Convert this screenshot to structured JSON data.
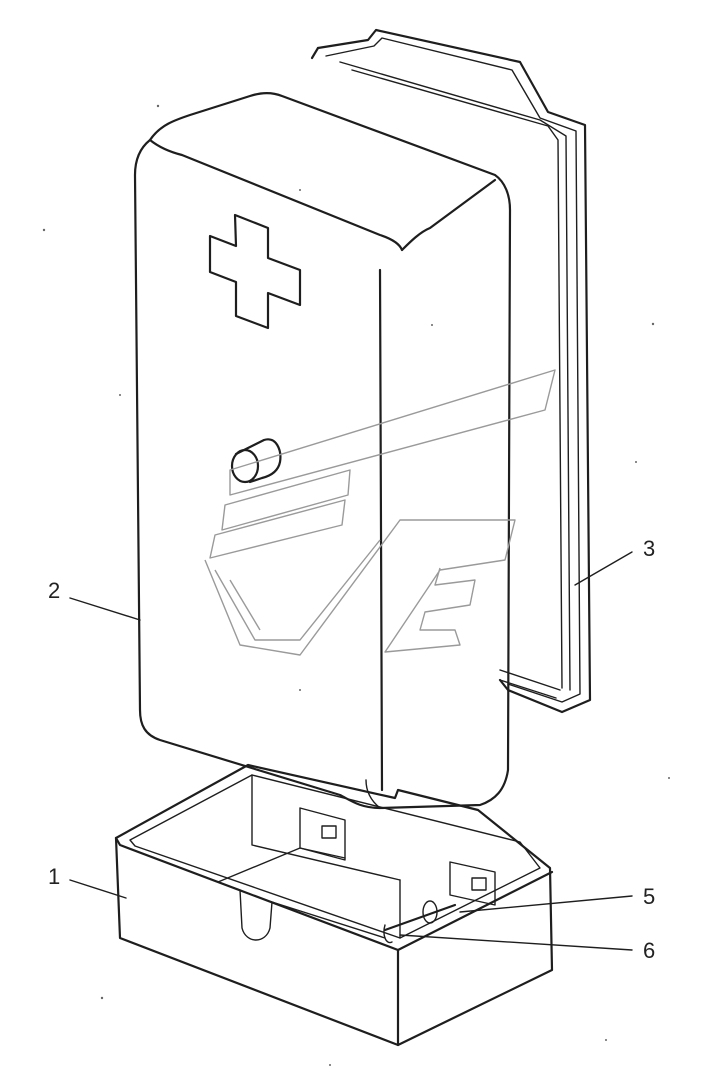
{
  "diagram": {
    "callouts": [
      {
        "id": "1",
        "label": "1"
      },
      {
        "id": "2",
        "label": "2"
      },
      {
        "id": "3",
        "label": "3"
      },
      {
        "id": "5",
        "label": "5"
      },
      {
        "id": "6",
        "label": "6"
      }
    ],
    "icons": [
      "medical-cross-icon",
      "watermark-logo-icon"
    ],
    "colors": {
      "ink": "#1e1e1e",
      "watermark": "#9a9a9a",
      "background": "#ffffff"
    }
  }
}
